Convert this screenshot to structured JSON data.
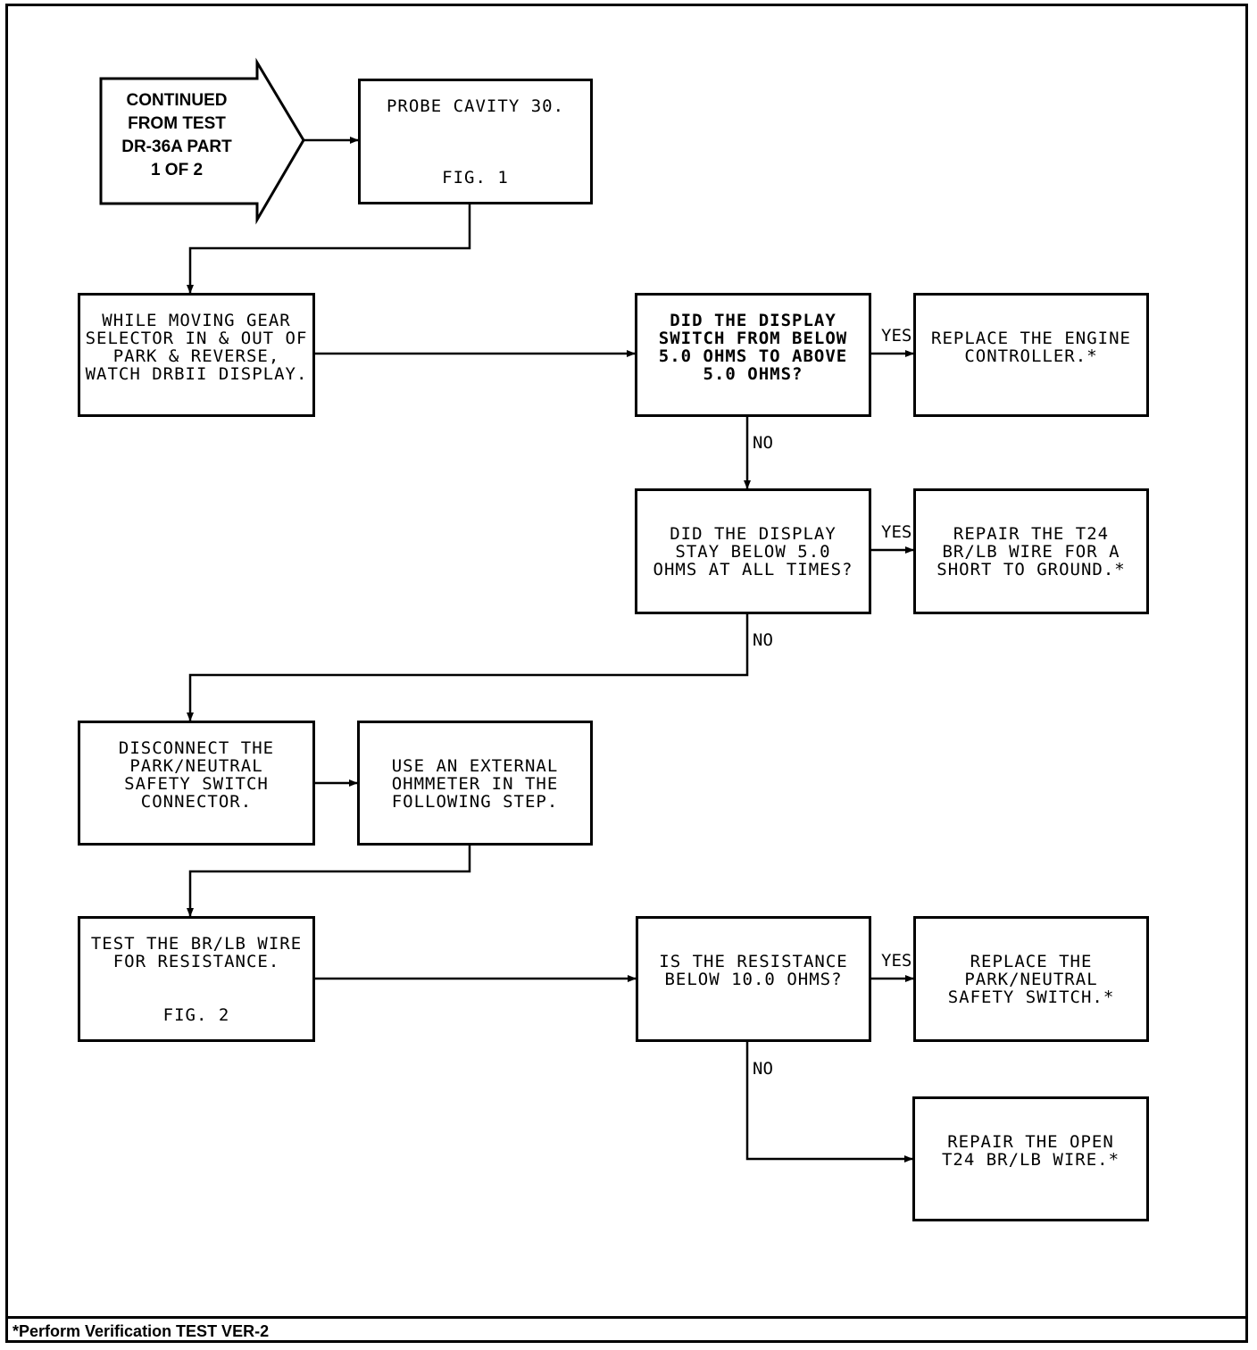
{
  "start": {
    "text": "CONTINUED\nFROM TEST\nDR-36A PART\n1 OF 2"
  },
  "boxes": {
    "probe": {
      "text": "PROBE CAVITY 30.",
      "fig": "FIG. 1"
    },
    "watch": {
      "text": "WHILE MOVING GEAR\nSELECTOR IN & OUT OF\nPARK & REVERSE,\nWATCH DRBII DISPLAY."
    },
    "q1": {
      "text": "DID THE DISPLAY\nSWITCH FROM BELOW\n5.0 OHMS TO ABOVE\n5.0 OHMS?"
    },
    "replace_ctrl": {
      "text": "REPLACE THE ENGINE\nCONTROLLER.*"
    },
    "q2": {
      "text": "DID THE DISPLAY\nSTAY BELOW 5.0\nOHMS AT ALL TIMES?"
    },
    "repair_short": {
      "text": "REPAIR THE T24\nBR/LB WIRE FOR A\nSHORT TO GROUND.*"
    },
    "disconnect": {
      "text": "DISCONNECT THE\nPARK/NEUTRAL\nSAFETY SWITCH\nCONNECTOR."
    },
    "ohmmeter": {
      "text": "USE AN EXTERNAL\nOHMMETER IN THE\nFOLLOWING STEP."
    },
    "test_wire": {
      "text": "TEST THE BR/LB WIRE\nFOR RESISTANCE.",
      "fig": "FIG. 2"
    },
    "q3": {
      "text": "IS THE RESISTANCE\nBELOW 10.0 OHMS?"
    },
    "replace_switch": {
      "text": "REPLACE THE\nPARK/NEUTRAL\nSAFETY SWITCH.*"
    },
    "repair_open": {
      "text": "REPAIR THE OPEN\nT24 BR/LB WIRE.*"
    }
  },
  "labels": {
    "yes1": "YES",
    "no1": "NO",
    "yes2": "YES",
    "no2": "NO",
    "yes3": "YES",
    "no3": "NO"
  },
  "footer": "*Perform Verification TEST VER-2"
}
